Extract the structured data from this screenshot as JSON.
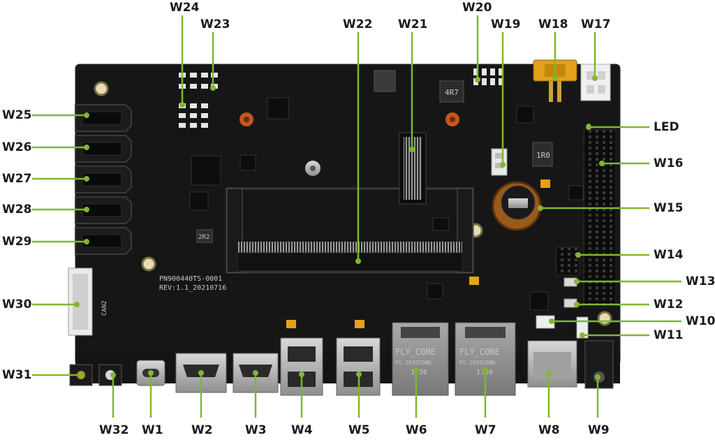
{
  "labels": {
    "w1": "W1",
    "w2": "W2",
    "w3": "W3",
    "w4": "W4",
    "w5": "W5",
    "w6": "W6",
    "w7": "W7",
    "w8": "W8",
    "w9": "W9",
    "w10": "W10",
    "w11": "W11",
    "w12": "W12",
    "w13": "W13",
    "w14": "W14",
    "w15": "W15",
    "w16": "W16",
    "w17": "W17",
    "w18": "W18",
    "w19": "W19",
    "w20": "W20",
    "w21": "W21",
    "w22": "W22",
    "w23": "W23",
    "w24": "W24",
    "w25": "W25",
    "w26": "W26",
    "w27": "W27",
    "w28": "W28",
    "w29": "W29",
    "w30": "W30",
    "w31": "W31",
    "w32": "W32",
    "led": "LED"
  },
  "board_text": {
    "part_number": "PN900440TS-0001",
    "revision": "REV:1.1_20210716",
    "eth_brand": "FLY_CORE",
    "eth_model": "FC-202GYDNL",
    "eth_code": "1736",
    "inductor_1": "4R7",
    "inductor_2": "1R0",
    "inductor_3": "2R2",
    "can_label": "CAN2"
  },
  "colors": {
    "board": "#161616",
    "leader_line": "#7fb82e",
    "label_text": "#1a1a1a",
    "metal": "#b9b9b9",
    "orange_standoff": "#c4571b",
    "yellow_connector": "#e3a21a"
  }
}
